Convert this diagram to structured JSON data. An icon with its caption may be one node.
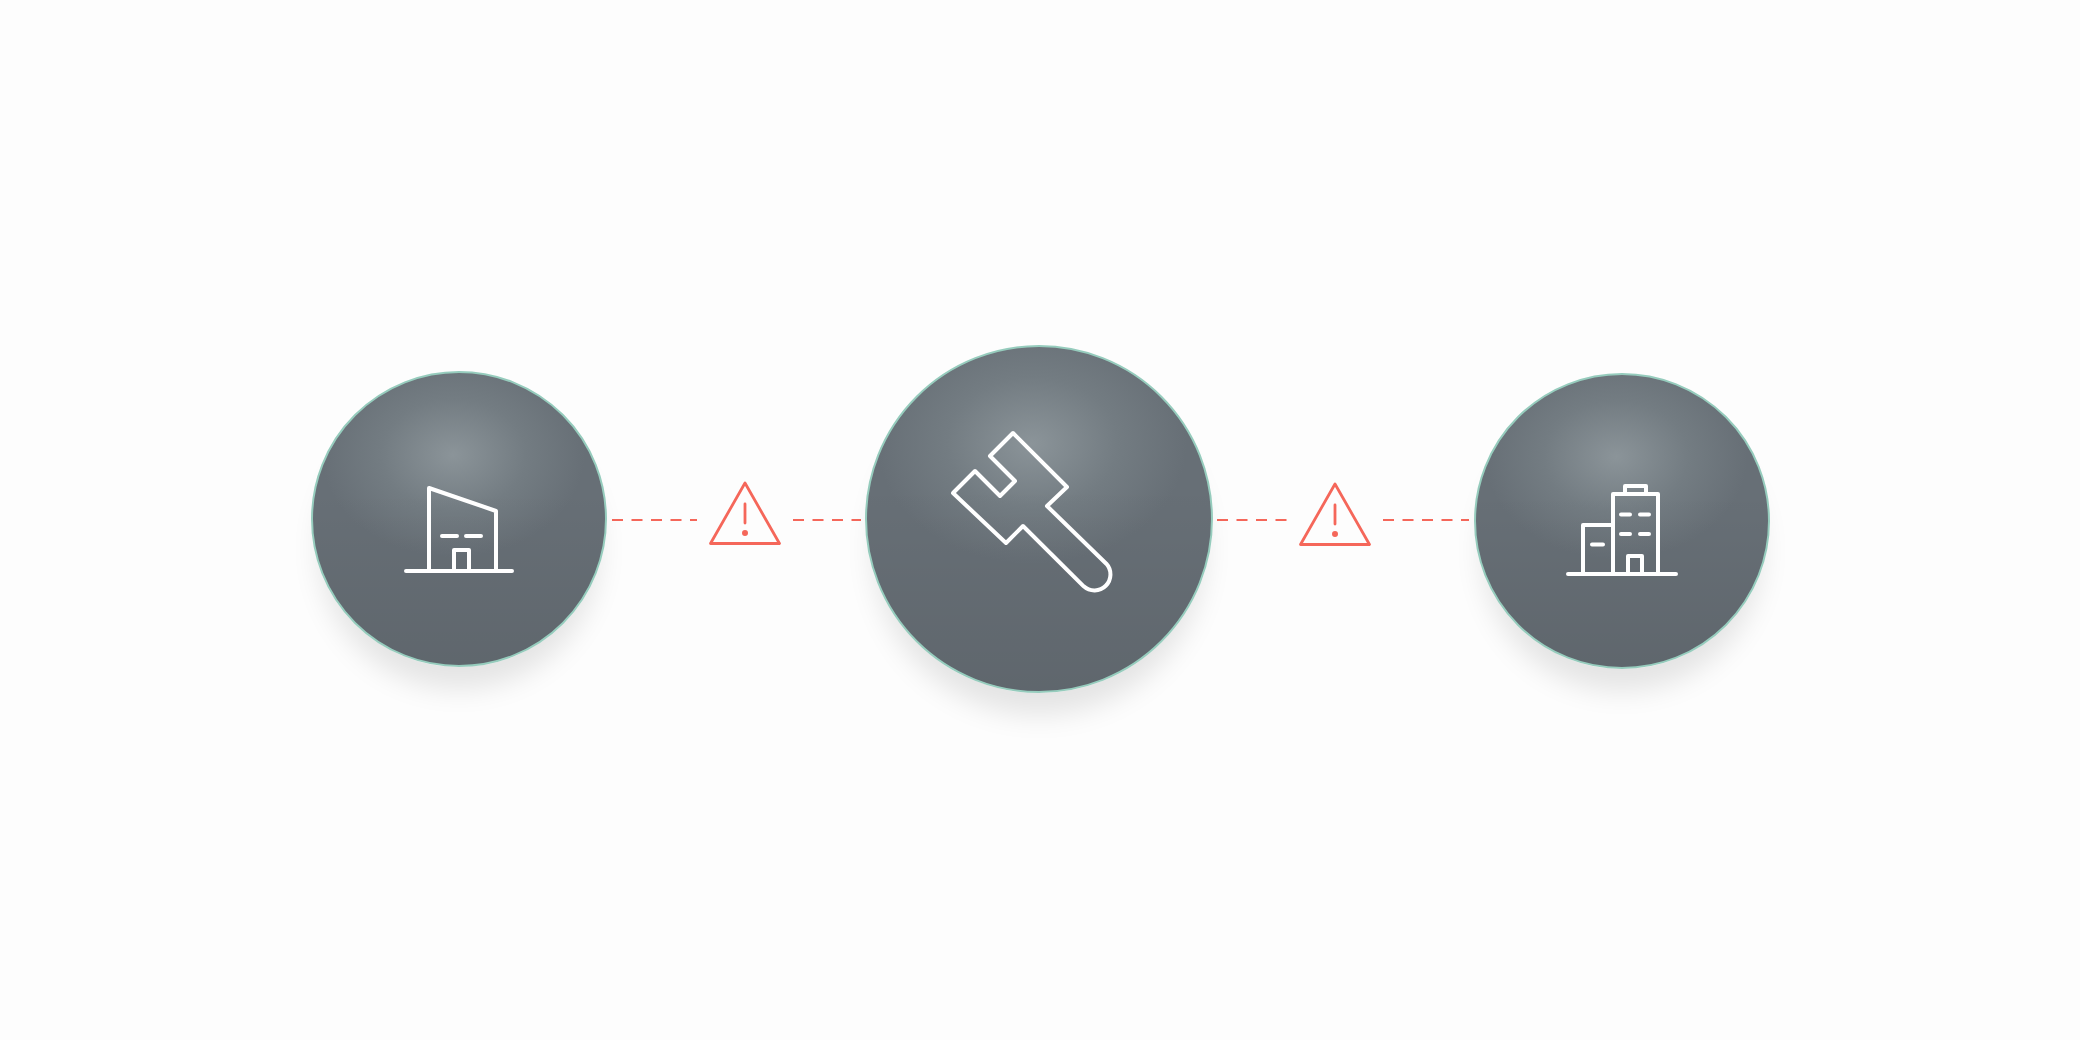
{
  "diagram": {
    "nodes": [
      {
        "text": [],
        "shape": "circle"
      },
      {
        "text": [],
        "shape": "triangle"
      },
      {
        "text": [],
        "shape": "circle"
      },
      {
        "text": [],
        "shape": "triangle"
      },
      {
        "text": [],
        "shape": "circle"
      }
    ],
    "edges": [
      {
        "from": 0,
        "to": 1,
        "arrow": "none",
        "style": "dashed"
      },
      {
        "from": 1,
        "to": 2,
        "arrow": "none",
        "style": "dashed"
      },
      {
        "from": 2,
        "to": 3,
        "arrow": "none",
        "style": "dashed"
      },
      {
        "from": 3,
        "to": 4,
        "arrow": "none",
        "style": "dashed"
      }
    ]
  }
}
